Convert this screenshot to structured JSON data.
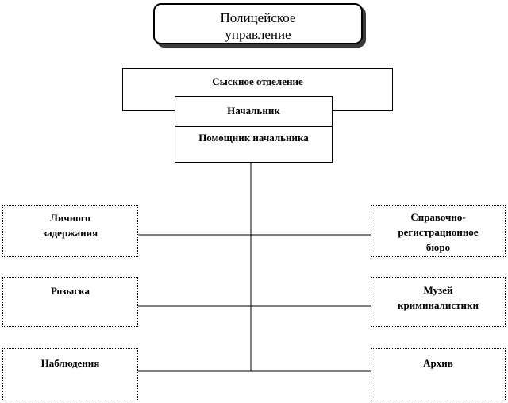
{
  "top": {
    "line1": "Полицейское",
    "line2": "управление"
  },
  "detective": {
    "title": "Сыскное  отделение",
    "chief": "Начальник",
    "assistant": "Помощник начальника"
  },
  "left_units": [
    {
      "line1": "Личного",
      "line2": "задержания"
    },
    {
      "line1": "Розыска",
      "line2": ""
    },
    {
      "line1": "Наблюдения",
      "line2": ""
    }
  ],
  "right_units": [
    {
      "line1": "Справочно-",
      "line2": "регистрационное",
      "line3": "бюро"
    },
    {
      "line1": "Музей",
      "line2": "криминалистики",
      "line3": ""
    },
    {
      "line1": "Архив",
      "line2": "",
      "line3": ""
    }
  ]
}
